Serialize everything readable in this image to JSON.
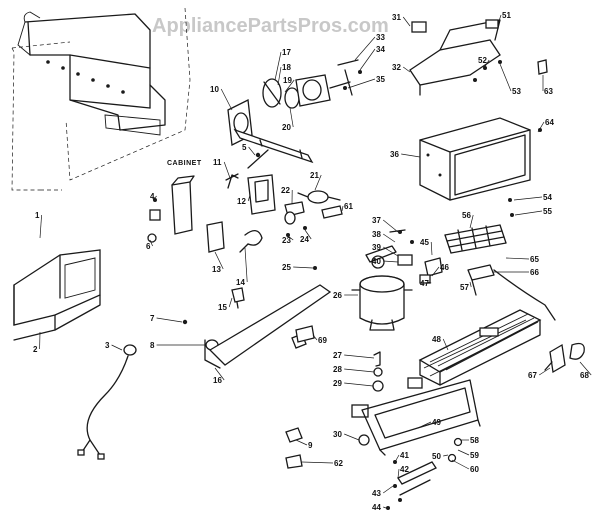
{
  "watermark": "AppliancePartsPros.com",
  "cabinet_label": "CABINET",
  "callouts": [
    "1",
    "2",
    "3",
    "4",
    "5",
    "6",
    "7",
    "8",
    "9",
    "10",
    "11",
    "12",
    "13",
    "14",
    "15",
    "16",
    "17",
    "18",
    "19",
    "20",
    "21",
    "22",
    "23",
    "24",
    "25",
    "26",
    "27",
    "28",
    "29",
    "30",
    "31",
    "32",
    "33",
    "34",
    "35",
    "36",
    "37",
    "38",
    "39",
    "40",
    "41",
    "42",
    "43",
    "44",
    "45",
    "46",
    "47",
    "48",
    "49",
    "50",
    "51",
    "52",
    "53",
    "54",
    "55",
    "56",
    "57",
    "58",
    "59",
    "60",
    "61",
    "62",
    "63",
    "64",
    "65",
    "66",
    "67",
    "68",
    "69"
  ]
}
